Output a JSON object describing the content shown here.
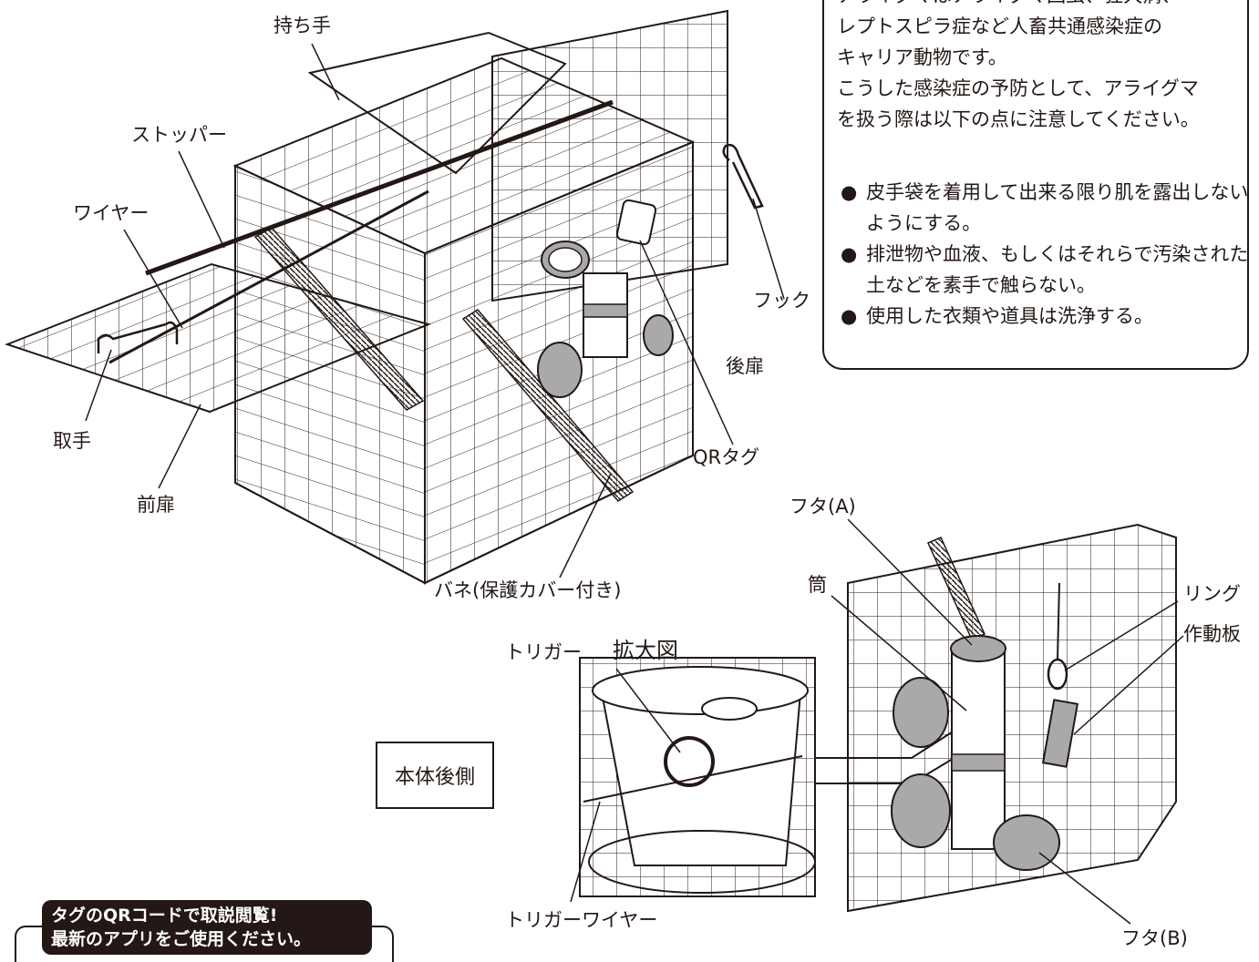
{
  "labels": {
    "handle_top": "持ち手",
    "stopper": "ストッパー",
    "wire": "ワイヤー",
    "grip": "取手",
    "front_door": "前扉",
    "hook": "フック",
    "rear_door": "後扉",
    "qr_tag": "QRタグ",
    "spring": "バネ(保護カバー付き)",
    "lid_a": "フタ(A)",
    "tube": "筒",
    "ring": "リング",
    "action_plate": "作動板",
    "trigger": "トリガー",
    "magnified": "拡大図",
    "rear_body": "本体後側",
    "trigger_wire": "トリガーワイヤー",
    "lid_b": "フタ(B)"
  },
  "notice": {
    "intro": [
      "アライグマはアライグマ回虫、狂犬病、",
      "レプトスピラ症など人畜共通感染症の",
      "キャリア動物です。",
      "こうした感染症の予防として、アライグマ",
      "を扱う際は以下の点に注意してください。"
    ],
    "bullet": "●",
    "items": [
      "皮手袋を着用して出来る限り肌を露出しないようにする。",
      "排泄物や血液、もしくはそれらで汚染された土などを素手で触らない。",
      "使用した衣類や道具は洗浄する。"
    ]
  },
  "qr_banner": {
    "line1": "タグのQRコードで取説閲覧!",
    "line2": "最新のアプリをご使用ください。"
  },
  "colors": {
    "ink": "#231815",
    "tube_gray": "#a9a9a9",
    "spring_gray": "#808080"
  }
}
